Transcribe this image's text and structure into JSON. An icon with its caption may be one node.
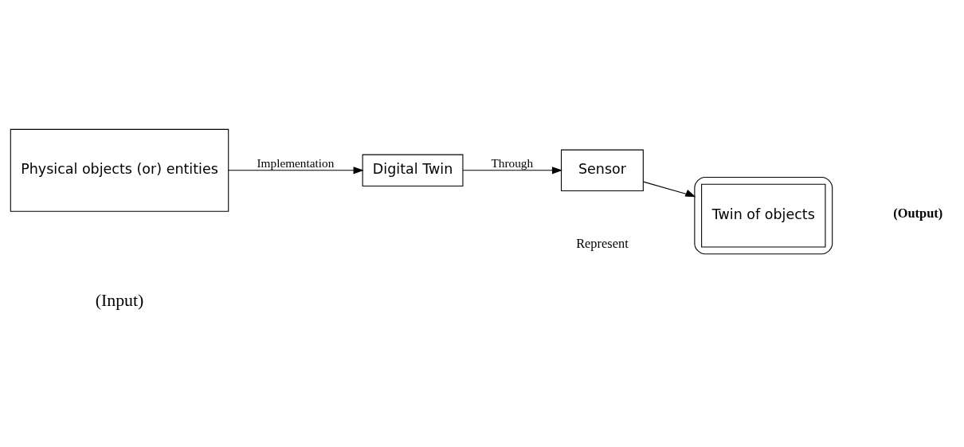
{
  "diagram": {
    "nodes": [
      {
        "text": [
          "Physical objects (or) entities"
        ]
      },
      {
        "text": [
          "Digital Twin"
        ]
      },
      {
        "text": [
          "Sensor"
        ]
      },
      {
        "text": [],
        "shape": "trapezoid"
      },
      {
        "text": [
          "Twin of objects"
        ],
        "in": 3
      }
    ],
    "edges": [
      {
        "from": 0,
        "to": 1,
        "arrow": "to",
        "label": "Implementation"
      },
      {
        "from": 1,
        "to": 2,
        "arrow": "to",
        "label": "Through"
      },
      {
        "from": 2,
        "to": 3,
        "arrow": "to"
      }
    ],
    "labels": [
      "(Input)",
      "Represent",
      "(Output)"
    ]
  }
}
